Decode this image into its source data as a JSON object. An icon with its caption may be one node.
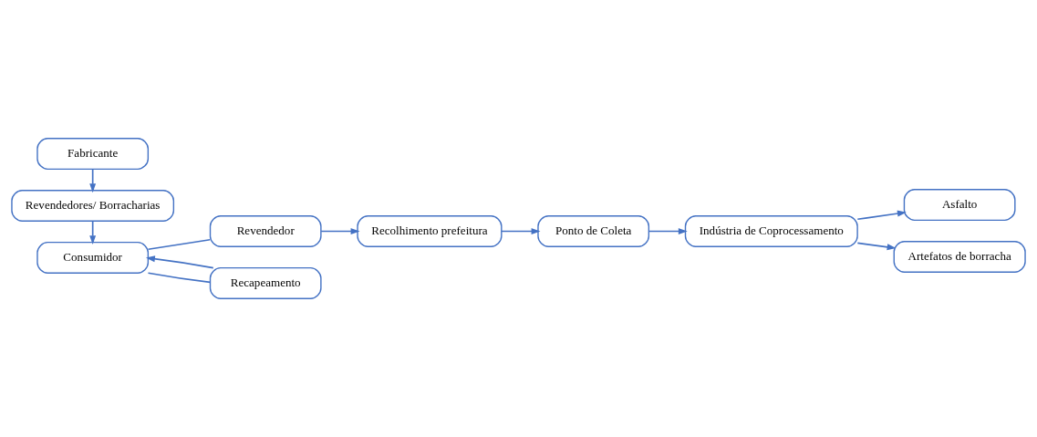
{
  "diagram": {
    "nodes": [
      {
        "text": [
          "Fabricante"
        ]
      },
      {
        "text": [
          "Revendedores/ Borracharias"
        ]
      },
      {
        "text": [
          "Consumidor"
        ]
      },
      {
        "text": [
          "Revendedor"
        ]
      },
      {
        "text": [
          "Recapeamento"
        ]
      },
      {
        "text": [
          "Recolhimento prefeitura"
        ]
      },
      {
        "text": [
          "Ponto de Coleta"
        ]
      },
      {
        "text": [
          "Indústria de Coprocessamento"
        ]
      },
      {
        "text": [
          "Asfalto"
        ]
      },
      {
        "text": [
          "Artefatos de borracha"
        ]
      }
    ],
    "edges": [
      {
        "from": 0,
        "to": 1,
        "arrow": "to"
      },
      {
        "from": 1,
        "to": 2,
        "arrow": "to"
      },
      {
        "from": 2,
        "to": 3,
        "arrow": "none"
      },
      {
        "from": 2,
        "to": 4,
        "arrow": "none"
      },
      {
        "from": 4,
        "to": 2,
        "arrow": "to"
      },
      {
        "from": 3,
        "to": 5,
        "arrow": "to"
      },
      {
        "from": 5,
        "to": 6,
        "arrow": "to"
      },
      {
        "from": 6,
        "to": 7,
        "arrow": "to"
      },
      {
        "from": 7,
        "to": 8,
        "arrow": "to"
      },
      {
        "from": 7,
        "to": 9,
        "arrow": "to"
      }
    ]
  }
}
